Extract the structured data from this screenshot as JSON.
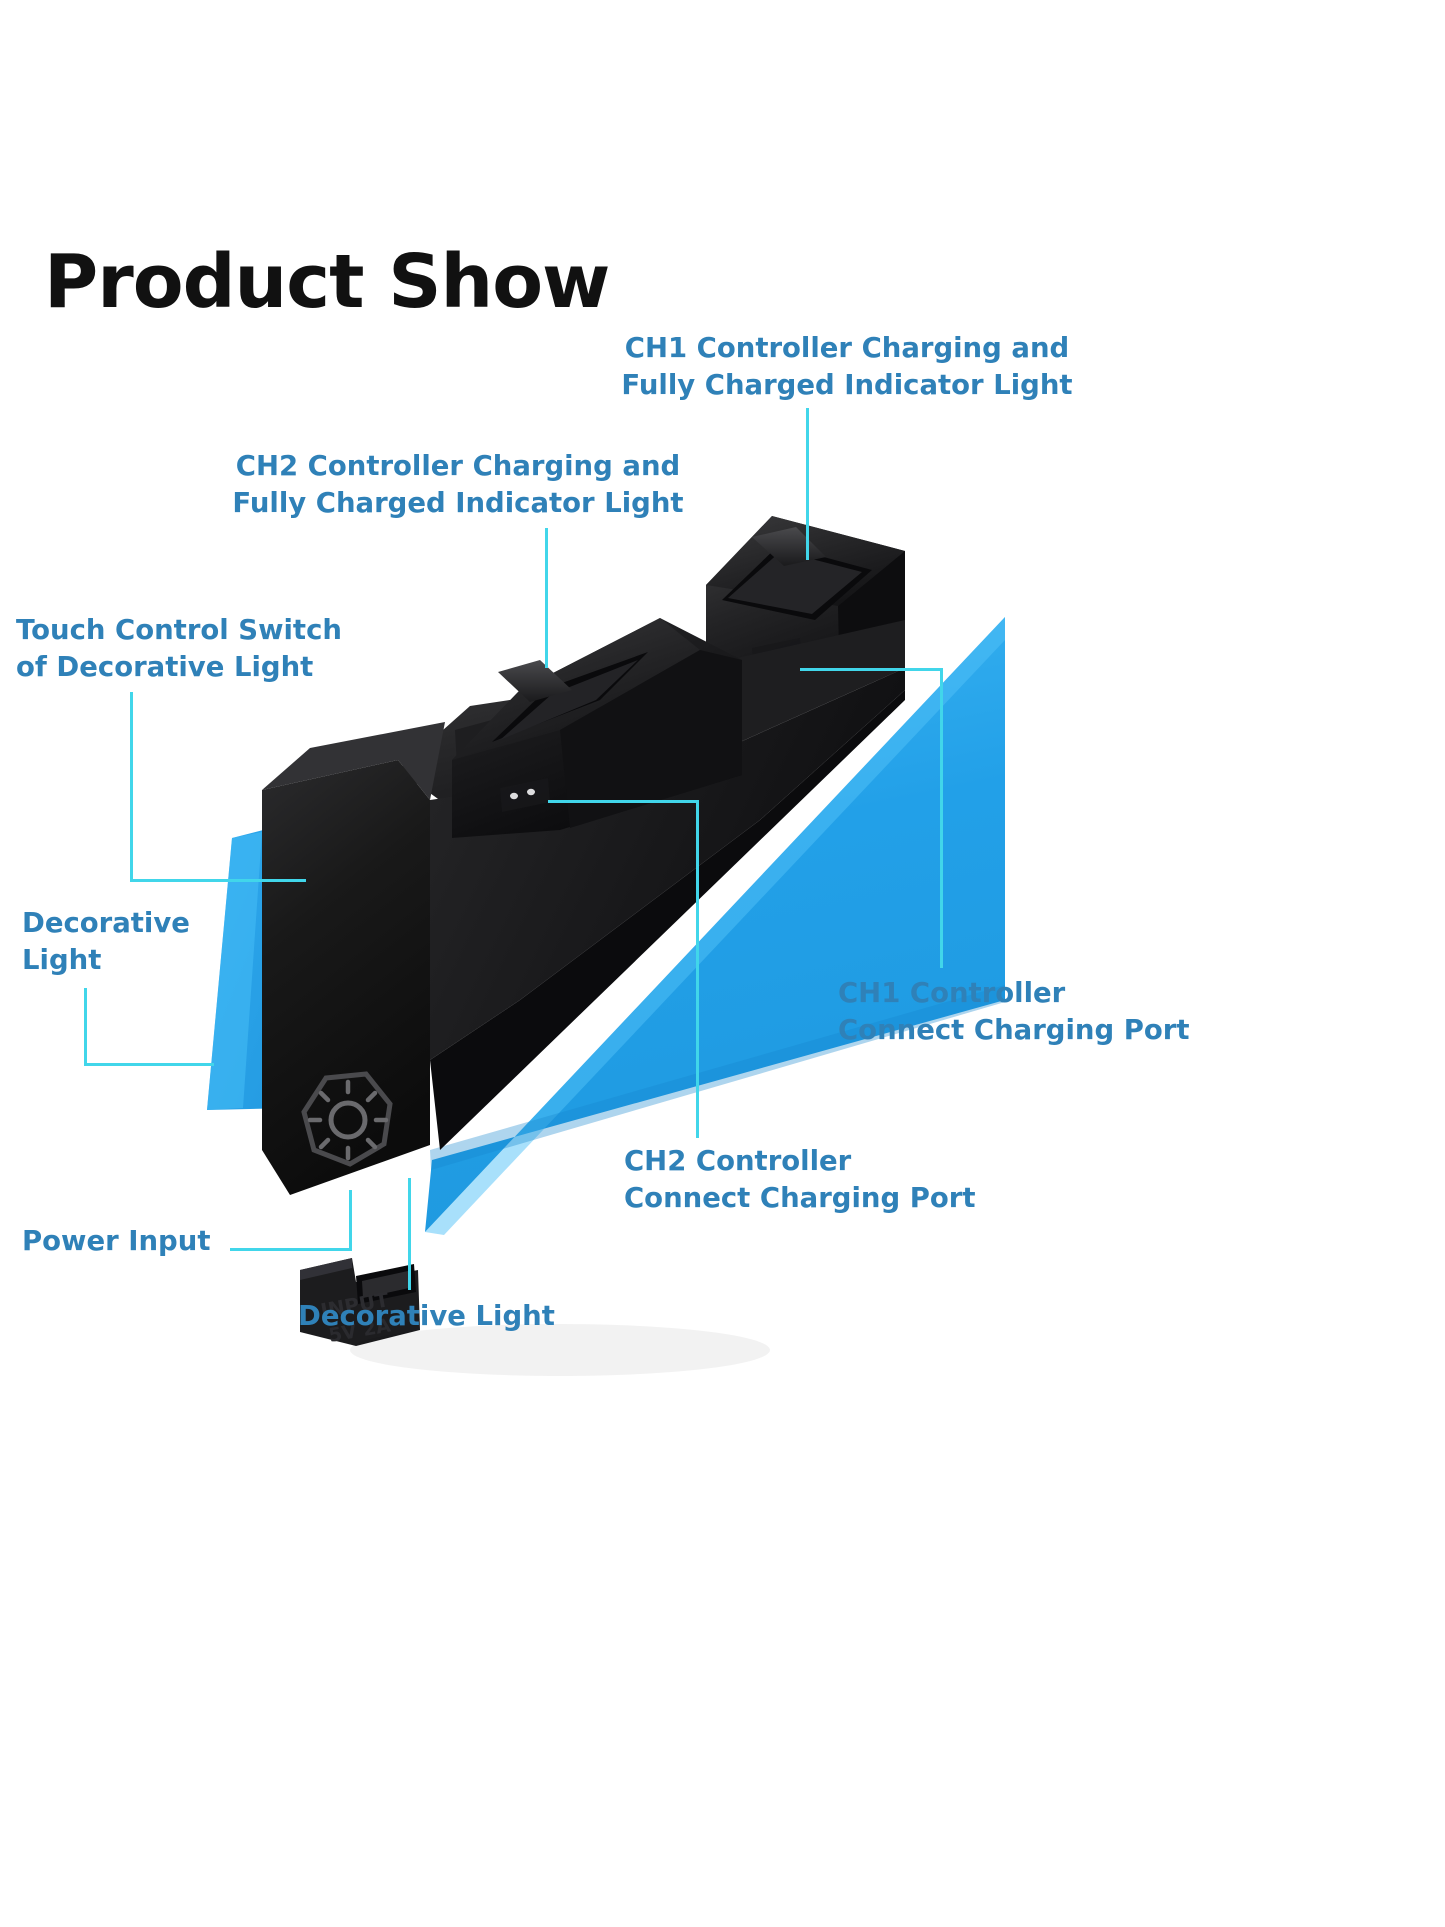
{
  "page": {
    "title": "Product Show",
    "background_color": "#ffffff"
  },
  "colors": {
    "title_text": "#111111",
    "label_text": "#2f81b8",
    "leader_line": "#41d6ea",
    "product_body_black": "#151515",
    "product_panel_blue": "#22a0e8",
    "product_panel_blue_light": "#3bb4f0"
  },
  "callouts": [
    {
      "id": "ch1-indicator",
      "text": "CH1 Controller Charging and\nFully Charged Indicator Light",
      "align": "center"
    },
    {
      "id": "ch2-indicator",
      "text": "CH2 Controller Charging and\nFully Charged Indicator Light",
      "align": "center"
    },
    {
      "id": "touch-control-switch",
      "text": "Touch Control Switch\nof Decorative Light",
      "align": "left"
    },
    {
      "id": "decorative-light-left",
      "text": "Decorative\nLight",
      "align": "left"
    },
    {
      "id": "ch1-charging-port",
      "text": "CH1 Controller\nConnect Charging Port",
      "align": "left"
    },
    {
      "id": "ch2-charging-port",
      "text": "CH2 Controller\nConnect Charging Port",
      "align": "left"
    },
    {
      "id": "power-input",
      "text": "Power Input",
      "align": "left"
    },
    {
      "id": "decorative-light-bottom",
      "text": "Decorative Light",
      "align": "left"
    }
  ],
  "product": {
    "name": "dual-controller-charging-dock",
    "molded_text": "INPUT\n5V 2A",
    "touch_icon": "sun-light-icon"
  }
}
